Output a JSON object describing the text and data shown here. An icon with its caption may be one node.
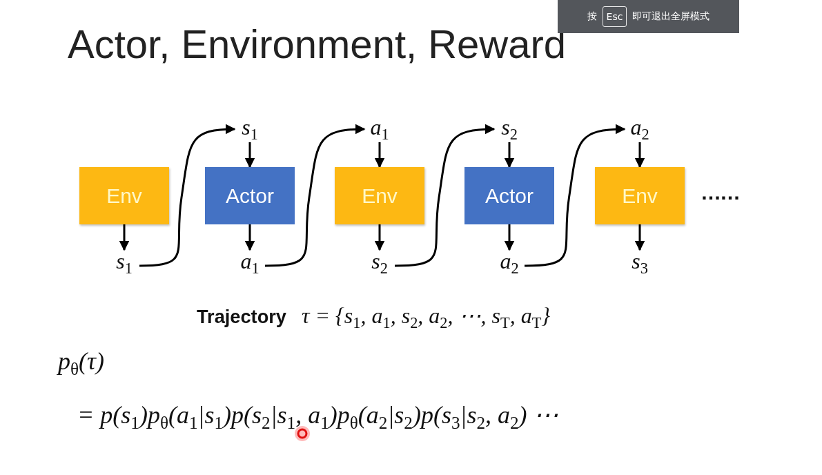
{
  "diagram": {
    "title": "Actor, Environment, Reward",
    "nodes": [
      {
        "text": [
          "Env"
        ]
      },
      {
        "text": [
          "Actor"
        ]
      },
      {
        "text": [
          "Env"
        ]
      },
      {
        "text": [
          "Actor"
        ]
      },
      {
        "text": [
          "Env"
        ]
      },
      {
        "text": [
          "s$_{1}$"
        ]
      },
      {
        "text": [
          "a$_{1}$"
        ]
      },
      {
        "text": [
          "s$_{2}$"
        ]
      },
      {
        "text": [
          "a$_{2}$"
        ]
      },
      {
        "text": [
          "s$_{1}$"
        ]
      },
      {
        "text": [
          "a$_{1}$"
        ]
      },
      {
        "text": [
          "s$_{2}$"
        ]
      },
      {
        "text": [
          "a$_{2}$"
        ]
      },
      {
        "text": [
          "s$_{3}$"
        ]
      }
    ],
    "edges": [
      {
        "from": 5,
        "to": 1,
        "arrow": "to"
      },
      {
        "from": 6,
        "to": 2,
        "arrow": "to"
      },
      {
        "from": 7,
        "to": 3,
        "arrow": "to"
      },
      {
        "from": 8,
        "to": 4,
        "arrow": "to"
      },
      {
        "from": 0,
        "to": 9,
        "arrow": "to"
      },
      {
        "from": 1,
        "to": 10,
        "arrow": "to"
      },
      {
        "from": 2,
        "to": 11,
        "arrow": "to"
      },
      {
        "from": 3,
        "to": 12,
        "arrow": "to"
      },
      {
        "from": 4,
        "to": 13,
        "arrow": "to"
      },
      {
        "from": 9,
        "to": 5,
        "arrow": "to"
      },
      {
        "from": 10,
        "to": 6,
        "arrow": "to"
      },
      {
        "from": 11,
        "to": 7,
        "arrow": "to"
      },
      {
        "from": 12,
        "to": 8,
        "arrow": "to"
      }
    ],
    "labels": [
      "按",
      "Esc",
      "即可退出全屏模式",
      "……",
      "**Trajectory** τ = {s$_{1}$, a$_{1}$, s$_{2}$, a$_{2}$, ⋯, s$_{T}$, a$_{T}$}",
      "p$_{θ}$(τ)",
      "= p(s$_{1}$)p$_{θ}$(a$_{1}$|s$_{1}$)p(s$_{2}$|s$_{1}$, a$_{1}$)p$_{θ}$(a$_{2}$|s$_{2}$)p(s$_{3}$|s$_{2}$, a$_{2}$) ⋯"
    ]
  }
}
